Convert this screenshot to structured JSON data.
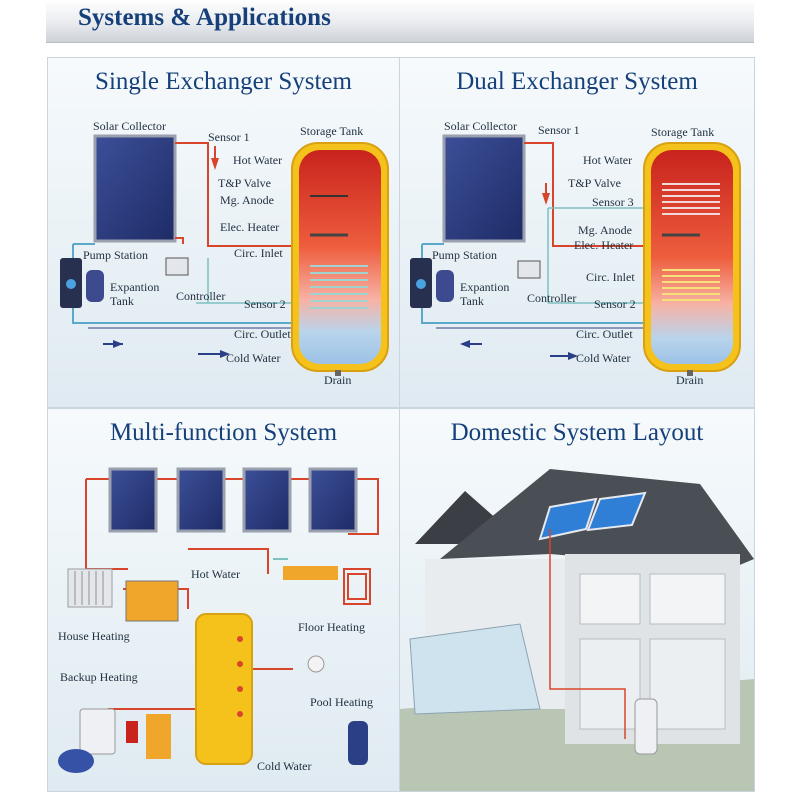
{
  "header": {
    "title": "Systems & Applications"
  },
  "single": {
    "title": "Single Exchanger System",
    "solar_collector": "Solar Collector",
    "sensor1": "Sensor 1",
    "storage_tank": "Storage Tank",
    "hot_water": "Hot Water",
    "tp_valve": "T&P Valve",
    "mg_anode": "Mg. Anode",
    "elec_heater": "Elec. Heater",
    "circ_inlet": "Circ. Inlet",
    "pump_station": "Pump Station",
    "expansion_tank_1": "Expantion",
    "expansion_tank_2": "Tank",
    "controller": "Controller",
    "sensor2": "Sensor 2",
    "circ_outlet": "Circ. Outlet",
    "cold_water": "Cold Water",
    "drain": "Drain"
  },
  "dual": {
    "title": "Dual Exchanger System",
    "solar_collector": "Solar Collector",
    "sensor1": "Sensor 1",
    "storage_tank": "Storage Tank",
    "hot_water": "Hot Water",
    "tp_valve": "T&P Valve",
    "sensor3": "Sensor 3",
    "mg_anode": "Mg. Anode",
    "elec_heater": "Elec. Heater",
    "circ_inlet": "Circ. Inlet",
    "pump_station": "Pump Station",
    "expansion_tank_1": "Expantion",
    "expansion_tank_2": "Tank",
    "controller": "Controller",
    "sensor2": "Sensor 2",
    "circ_outlet": "Circ. Outlet",
    "cold_water": "Cold Water",
    "drain": "Drain"
  },
  "multi": {
    "title": "Multi-function System",
    "hot_water": "Hot Water",
    "house_heating": "House Heating",
    "floor_heating": "Floor Heating",
    "backup_heating": "Backup Heating",
    "pool_heating": "Pool Heating",
    "cold_water": "Cold Water"
  },
  "domestic": {
    "title": "Domestic System Layout"
  },
  "colors": {
    "title_blue": "#16407a",
    "hot_pipe": "#d9452b",
    "cold_pipe": "#5aa9c9",
    "tank_yellow": "#f5c21b",
    "collector_blue": "#2b3f86"
  }
}
